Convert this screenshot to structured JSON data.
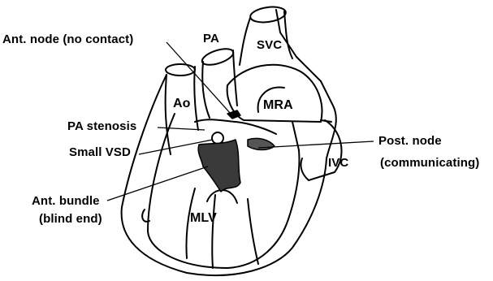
{
  "labels": {
    "ant_node": "Ant. node (no contact)",
    "pa": "PA",
    "svc": "SVC",
    "ao": "Ao",
    "mra": "MRA",
    "pa_stenosis": "PA stenosis",
    "small_vsd": "Small VSD",
    "post_node": "Post. node",
    "post_node_detail": "(communicating)",
    "ivc": "IVC",
    "ant_bundle": "Ant. bundle",
    "ant_bundle_detail": "(blind end)",
    "mlv": "MLV"
  }
}
